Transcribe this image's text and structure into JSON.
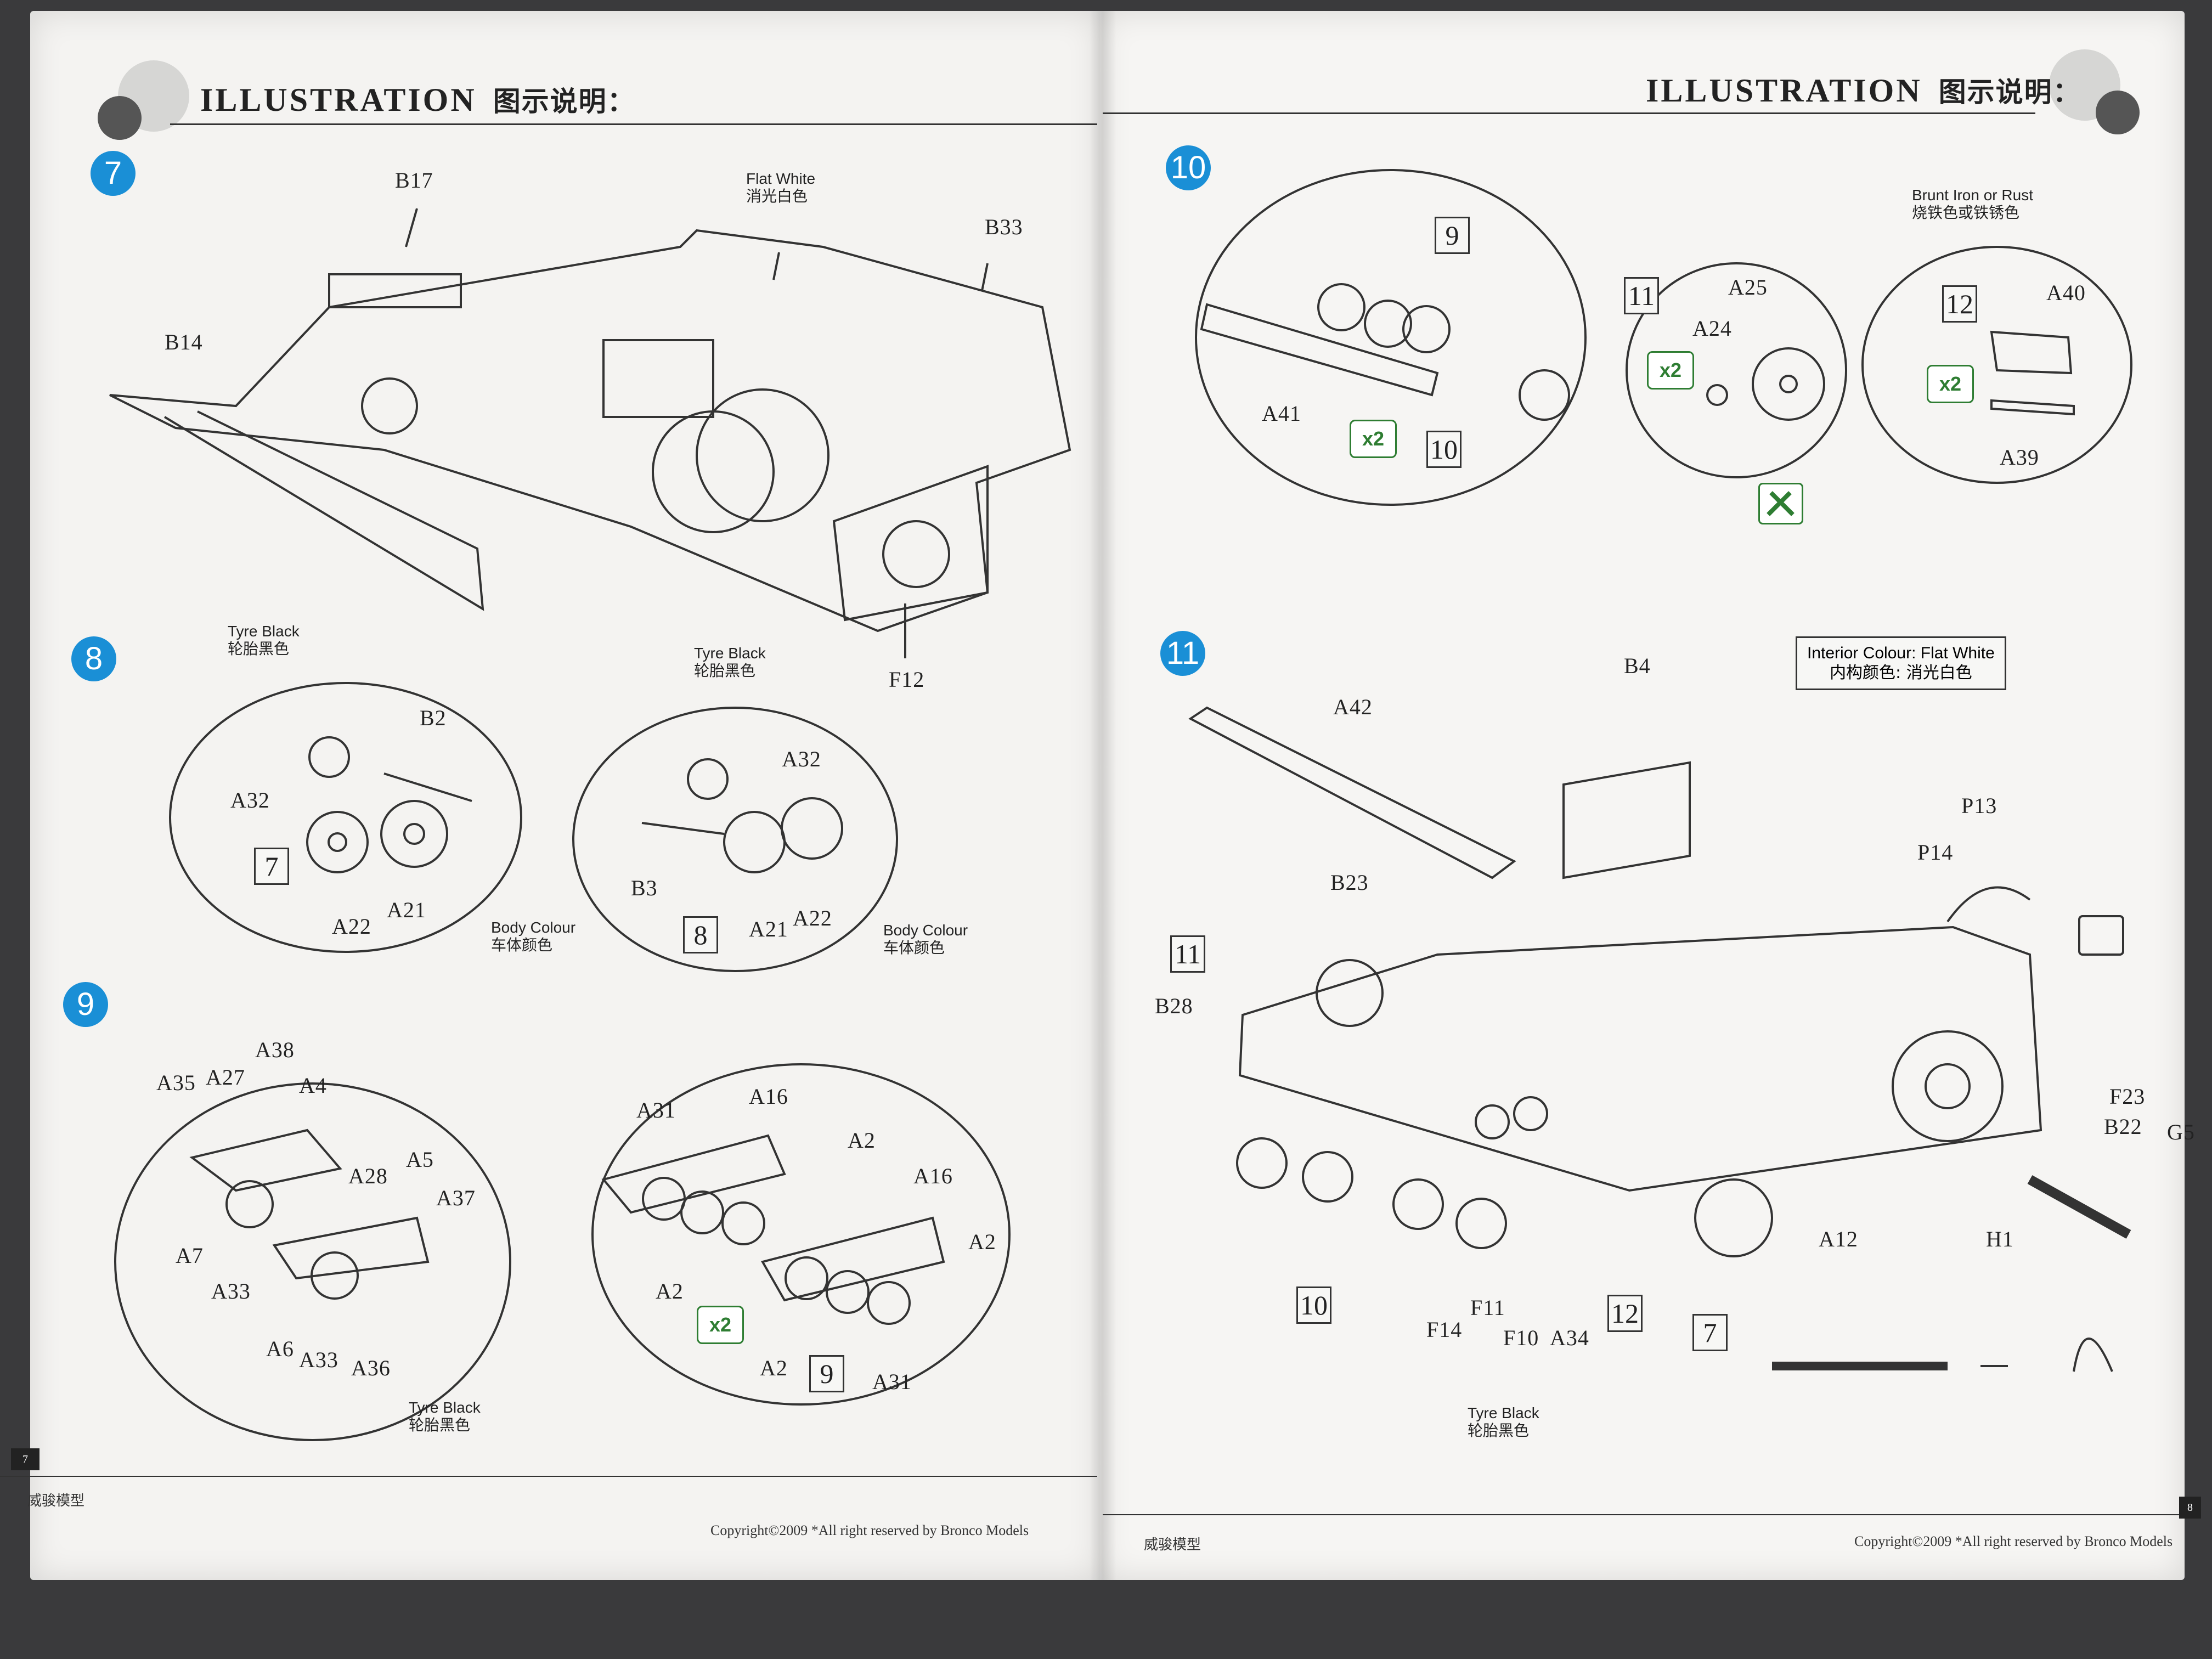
{
  "header": {
    "title_en": "ILLUSTRATION",
    "title_cn": "图示说明："
  },
  "steps": {
    "s7": "7",
    "s8": "8",
    "s9": "9",
    "s10": "10",
    "s11": "11"
  },
  "step7": {
    "parts": {
      "b17": "B17",
      "b33": "B33",
      "b14": "B14",
      "f12": "F12"
    },
    "color": {
      "en": "Flat White",
      "cn": "消光白色"
    }
  },
  "step8": {
    "left": {
      "color_en": "Tyre Black",
      "color_cn": "轮胎黑色",
      "b2": "B2",
      "a32": "A32",
      "a22": "A22",
      "a21": "A21",
      "box": "7",
      "body_en": "Body Colour",
      "body_cn": "车体颜色"
    },
    "right": {
      "color_en": "Tyre Black",
      "color_cn": "轮胎黑色",
      "a32": "A32",
      "b3": "B3",
      "a21": "A21",
      "a22": "A22",
      "box": "8",
      "body_en": "Body Colour",
      "body_cn": "车体颜色"
    }
  },
  "step9": {
    "left": {
      "a38": "A38",
      "a35": "A35",
      "a27": "A27",
      "a4": "A4",
      "a28": "A28",
      "a5": "A5",
      "a37": "A37",
      "a7": "A7",
      "a33": "A33",
      "a6": "A6",
      "a33b": "A33",
      "a36": "A36",
      "tyre_en": "Tyre Black",
      "tyre_cn": "轮胎黑色"
    },
    "right": {
      "a31": "A31",
      "a16": "A16",
      "a2": "A2",
      "a16b": "A16",
      "a2b": "A2",
      "a2c": "A2",
      "x2": "x2",
      "a2d": "A2",
      "box": "9",
      "a31b": "A31"
    }
  },
  "step10": {
    "a": {
      "box9": "9",
      "a41": "A41",
      "x2": "x2",
      "box10": "10"
    },
    "b": {
      "box11": "11",
      "a25": "A25",
      "a24": "A24",
      "x2": "x2"
    },
    "c": {
      "color_en": "Brunt Iron or Rust",
      "color_cn": "烧铁色或铁锈色",
      "box12": "12",
      "a40": "A40",
      "x2": "x2",
      "a39": "A39"
    }
  },
  "step11": {
    "interior_en": "Interior Colour: Flat White",
    "interior_cn": "内构颜色: 消光白色",
    "parts": {
      "b4": "B4",
      "a42": "A42",
      "p13": "P13",
      "p14": "P14",
      "b23": "B23",
      "box11": "11",
      "b28": "B28",
      "f23": "F23",
      "b22": "B22",
      "g5": "G5",
      "a12": "A12",
      "h1": "H1",
      "box10": "10",
      "f14": "F14",
      "f11": "F11",
      "f10": "F10",
      "a34": "A34",
      "box12": "12",
      "box7": "7"
    },
    "tyre_en": "Tyre Black",
    "tyre_cn": "轮胎黑色"
  },
  "footer": {
    "left_cn": "威骏模型",
    "left_copy": "Copyright©2009  *All right reserved by Bronco Models",
    "right_cn": "威骏模型",
    "right_copy": "Copyright©2009  *All right reserved by Bronco Models",
    "left_page": "7",
    "right_page": "8"
  },
  "colors": {
    "step_badge": "#1a8fd6",
    "x2_green": "#2e7d32"
  }
}
